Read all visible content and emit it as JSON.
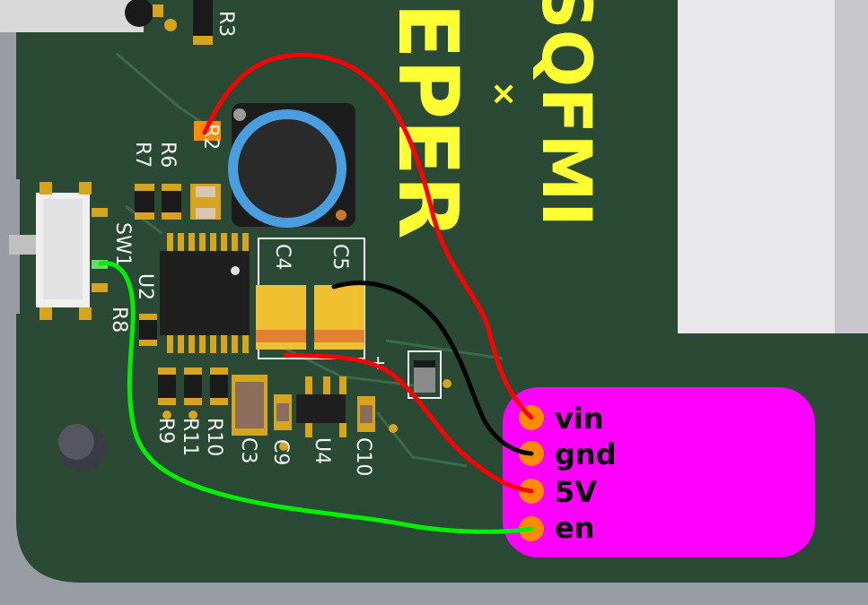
{
  "colors": {
    "board": "#2b4a36",
    "board_edge": "#8c8f97",
    "silkscreen": "#f2f2f2",
    "brand": "#ffff33",
    "callout": "#ff00ff",
    "pad": "#ff8c00",
    "wire_vin": "#ff0000",
    "wire_gnd": "#000000",
    "wire_5v": "#ff0000",
    "wire_en": "#00ee00"
  },
  "brand": {
    "line1": "SQFMI",
    "separator": "×",
    "line2": "EEPER"
  },
  "designators": {
    "r3": "R3",
    "r2": "R2",
    "r6": "R6",
    "r7": "R7",
    "sw1": "SW1",
    "u2": "U2",
    "r8": "R8",
    "c4": "C4",
    "c5": "C5",
    "r9": "R9",
    "r11": "R11",
    "r10": "R10",
    "c3": "C3",
    "c9": "C9",
    "u4": "U4",
    "c10": "C10",
    "plus": "+"
  },
  "pins": [
    {
      "label": "vin"
    },
    {
      "label": "gnd"
    },
    {
      "label": "5V"
    },
    {
      "label": "en"
    }
  ]
}
